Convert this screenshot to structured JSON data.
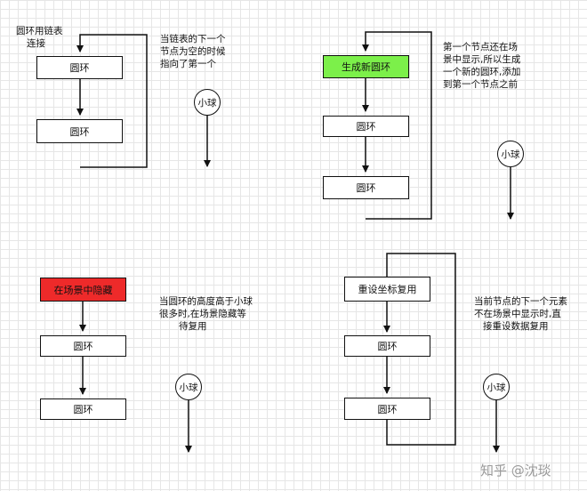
{
  "colors": {
    "stroke": "#111111",
    "generate_fill": "#7cf04a",
    "hide_fill": "#ee2a2a",
    "node_fill": "#ffffff",
    "grid": "#e6e6e6"
  },
  "panel1": {
    "title": [
      "圆环用链表",
      "连接"
    ],
    "node1": "圆环",
    "node2": "圆环",
    "note": [
      "当链表的下一个",
      "节点为空的时候",
      "指向了第一个"
    ],
    "ball": "小球"
  },
  "panel2": {
    "head": "生成新圆环",
    "node1": "圆环",
    "node2": "圆环",
    "note": [
      "第一个节点还在场",
      "景中显示,所以生成",
      "一个新的圆环,添加",
      "到第一个节点之前"
    ],
    "ball": "小球"
  },
  "panel3": {
    "head": "在场景中隐藏",
    "node1": "圆环",
    "node2": "圆环",
    "note": [
      "当圆环的高度高于小球",
      "很多时,在场景隐藏等",
      "待复用"
    ],
    "ball": "小球"
  },
  "panel4": {
    "head": "重设坐标复用",
    "node1": "圆环",
    "node2": "圆环",
    "note": [
      "当前节点的下一个元素",
      "不在场景中显示时,直",
      "接重设数据复用"
    ],
    "ball": "小球"
  },
  "watermark": "知乎 @沈琰"
}
